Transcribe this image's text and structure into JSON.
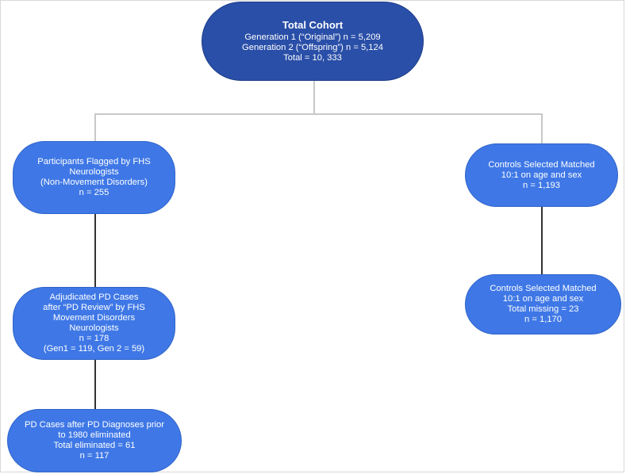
{
  "nodes": {
    "total_cohort": {
      "title": "Total Cohort",
      "lines": [
        "Generation 1 (“Original”) n = 5,209",
        "Generation 2 (“Offspring”) n = 5,124",
        "Total = 10, 333"
      ]
    },
    "flagged": {
      "lines": [
        "Participants Flagged by FHS",
        "Neurologists",
        "(Non-Movement Disorders)",
        "n = 255"
      ]
    },
    "adjudicated": {
      "lines": [
        "Adjudicated PD Cases",
        "after “PD Review” by FHS",
        "Movement Disorders",
        "Neurologists",
        "n = 178",
        "(Gen1 = 119, Gen 2 = 59)"
      ]
    },
    "pd_cases_final": {
      "lines": [
        "PD Cases after PD Diagnoses prior",
        "to 1980 eliminated",
        "Total eliminated = 61",
        "n = 117"
      ]
    },
    "controls_selected": {
      "lines": [
        "Controls Selected Matched",
        "10:1 on age and sex",
        "n = 1,193"
      ]
    },
    "controls_final": {
      "lines": [
        "Controls Selected Matched",
        "10:1 on age and sex",
        "Total missing = 23",
        "n = 1,170"
      ]
    }
  },
  "colors": {
    "root_fill": "#2a4fa8",
    "child_fill": "#3f78e6",
    "connector_top": "#c8c8c8",
    "connector_lower": "#333333",
    "text": "#ffffff"
  }
}
